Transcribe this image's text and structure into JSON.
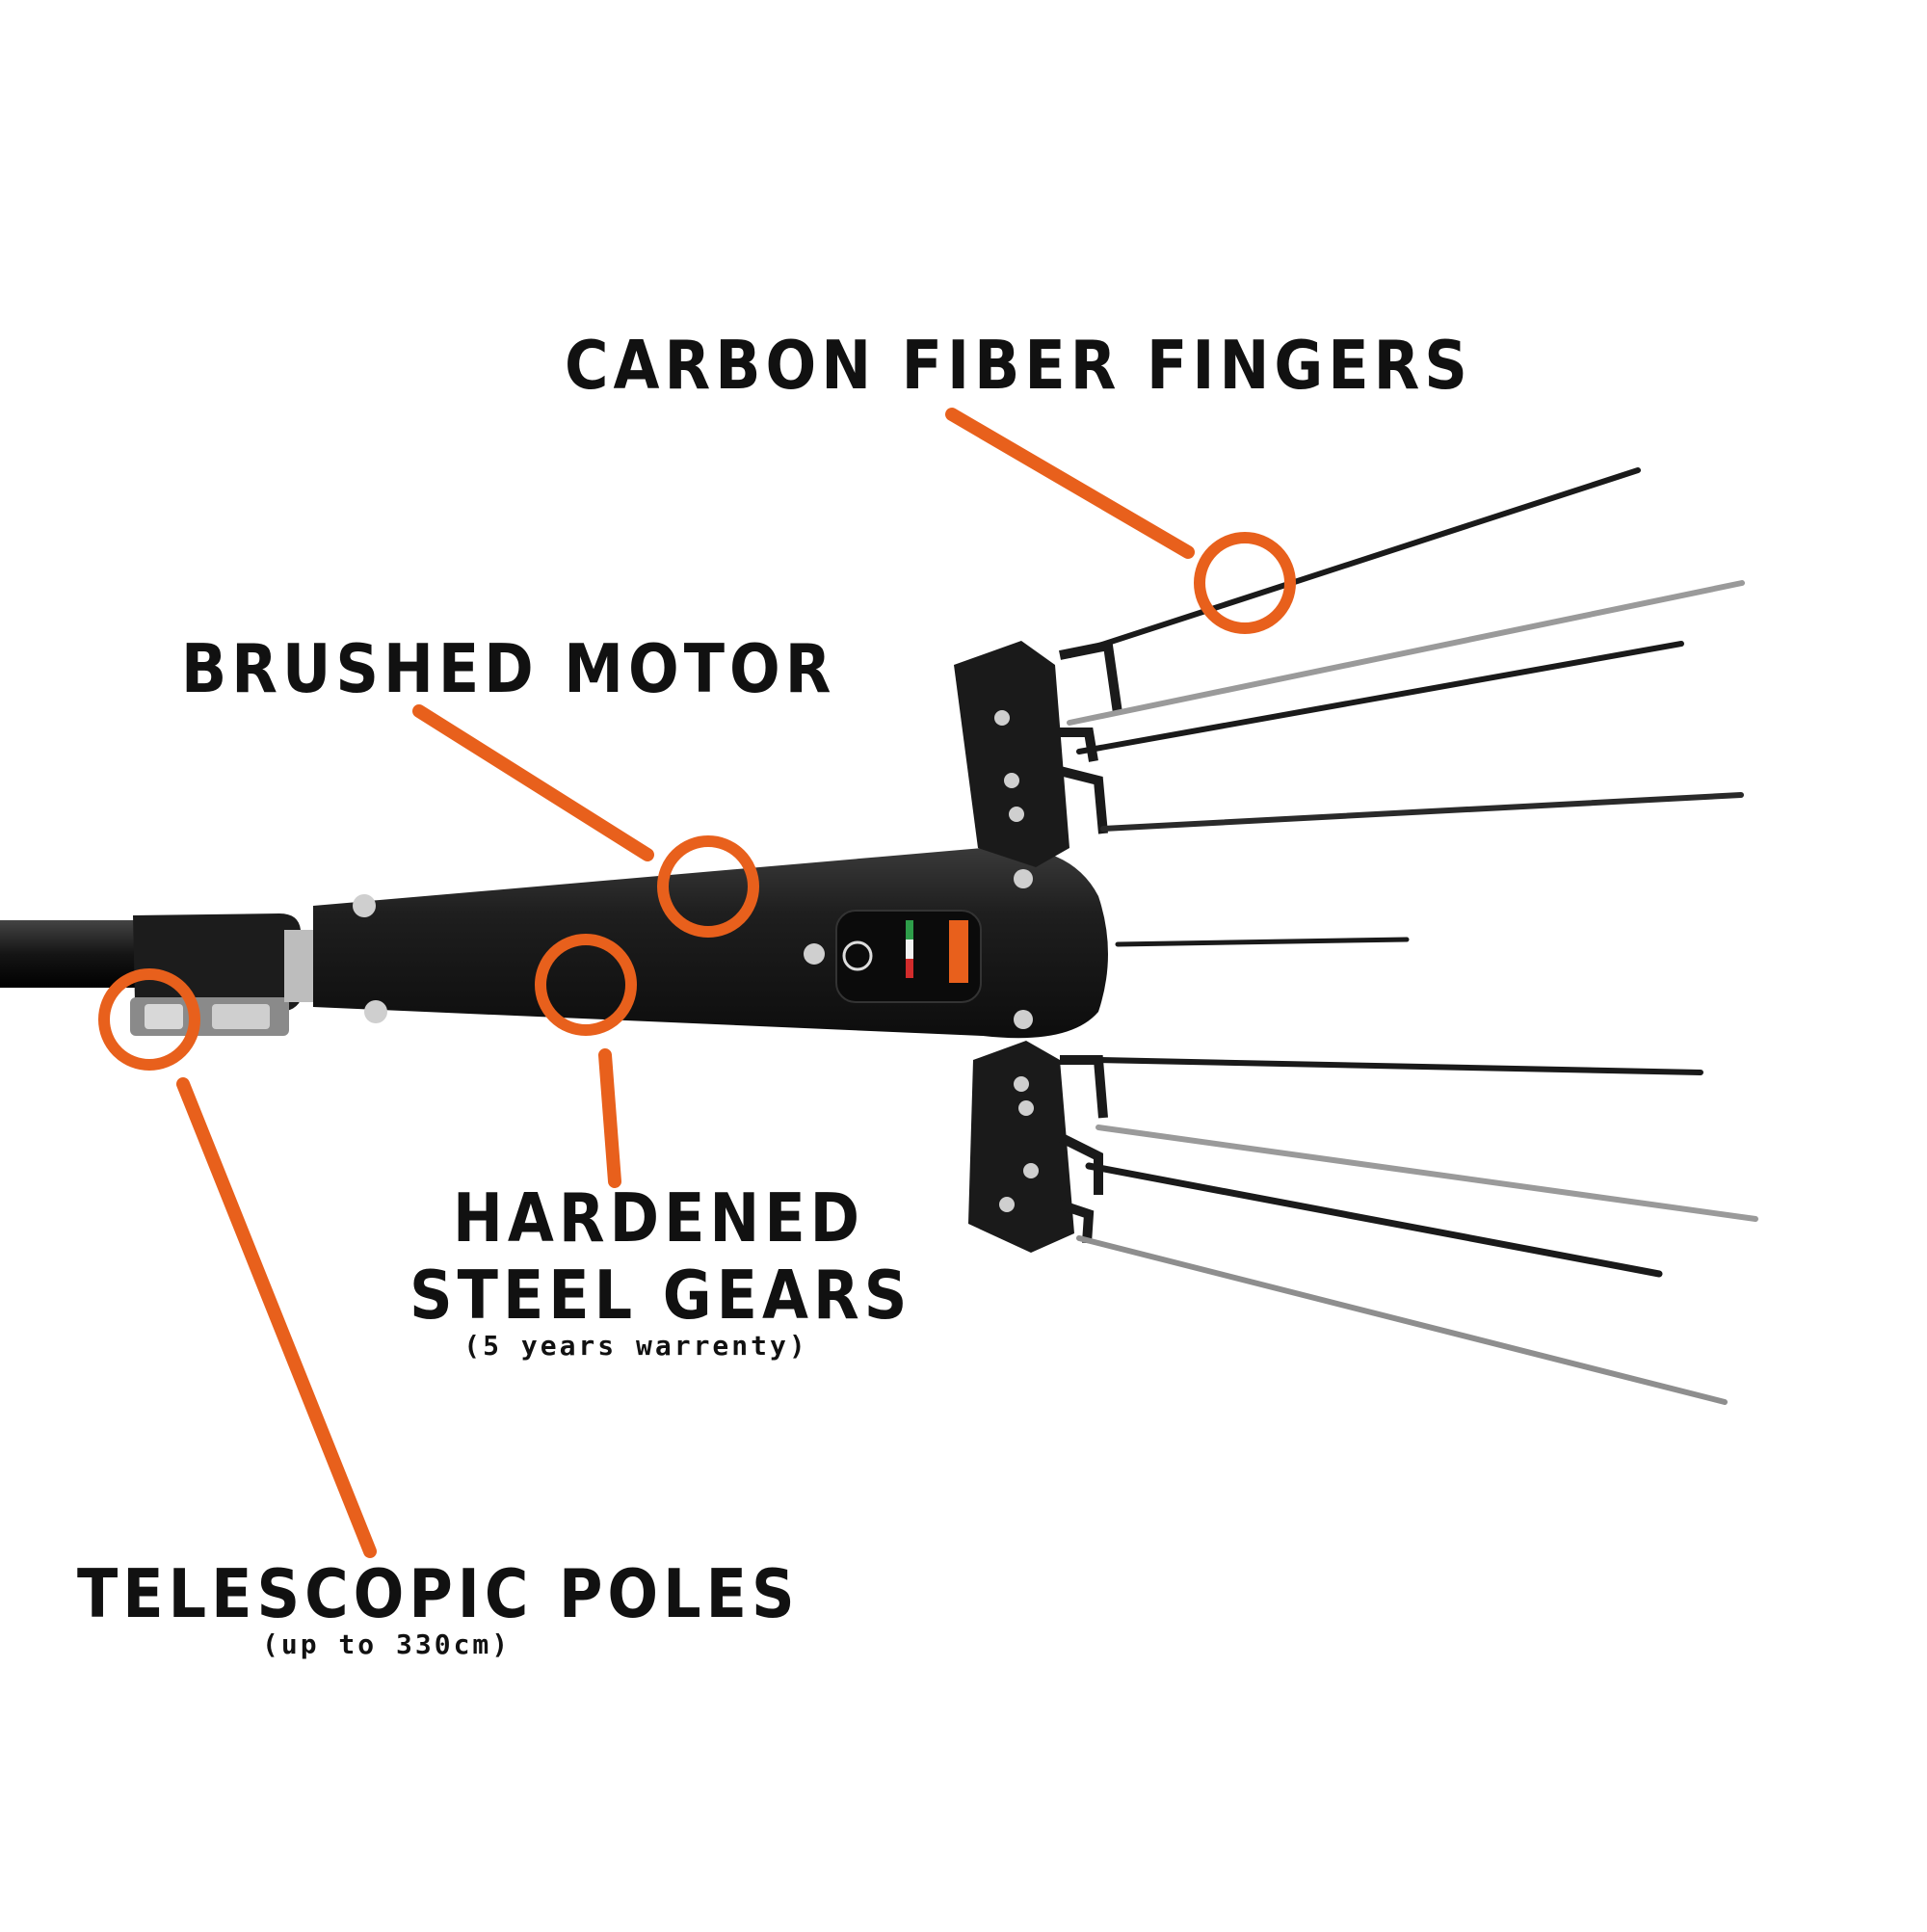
{
  "colors": {
    "accent": "#e8601c",
    "tool": "#1a1a1a",
    "background": "#ffffff"
  },
  "labels": {
    "carbon": "CARBON FIBER FINGERS",
    "motor": "BRUSHED MOTOR",
    "gears_line1": "HARDENED",
    "gears_line2": "STEEL GEARS",
    "gears_sub": "(5 years warrenty)",
    "poles": "TELESCOPIC POLES",
    "poles_sub": "(up to 330cm)"
  }
}
